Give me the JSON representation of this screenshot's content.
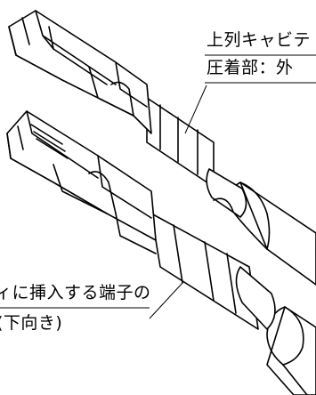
{
  "labels": {
    "top_line_1": "上列キャビテ",
    "top_line_2": "圧着部：外",
    "bottom_line_1": "ィに挿入する端子の",
    "bottom_line_2": "(下向き)"
  },
  "colors": {
    "line": "#000000",
    "background": "#ffffff"
  }
}
